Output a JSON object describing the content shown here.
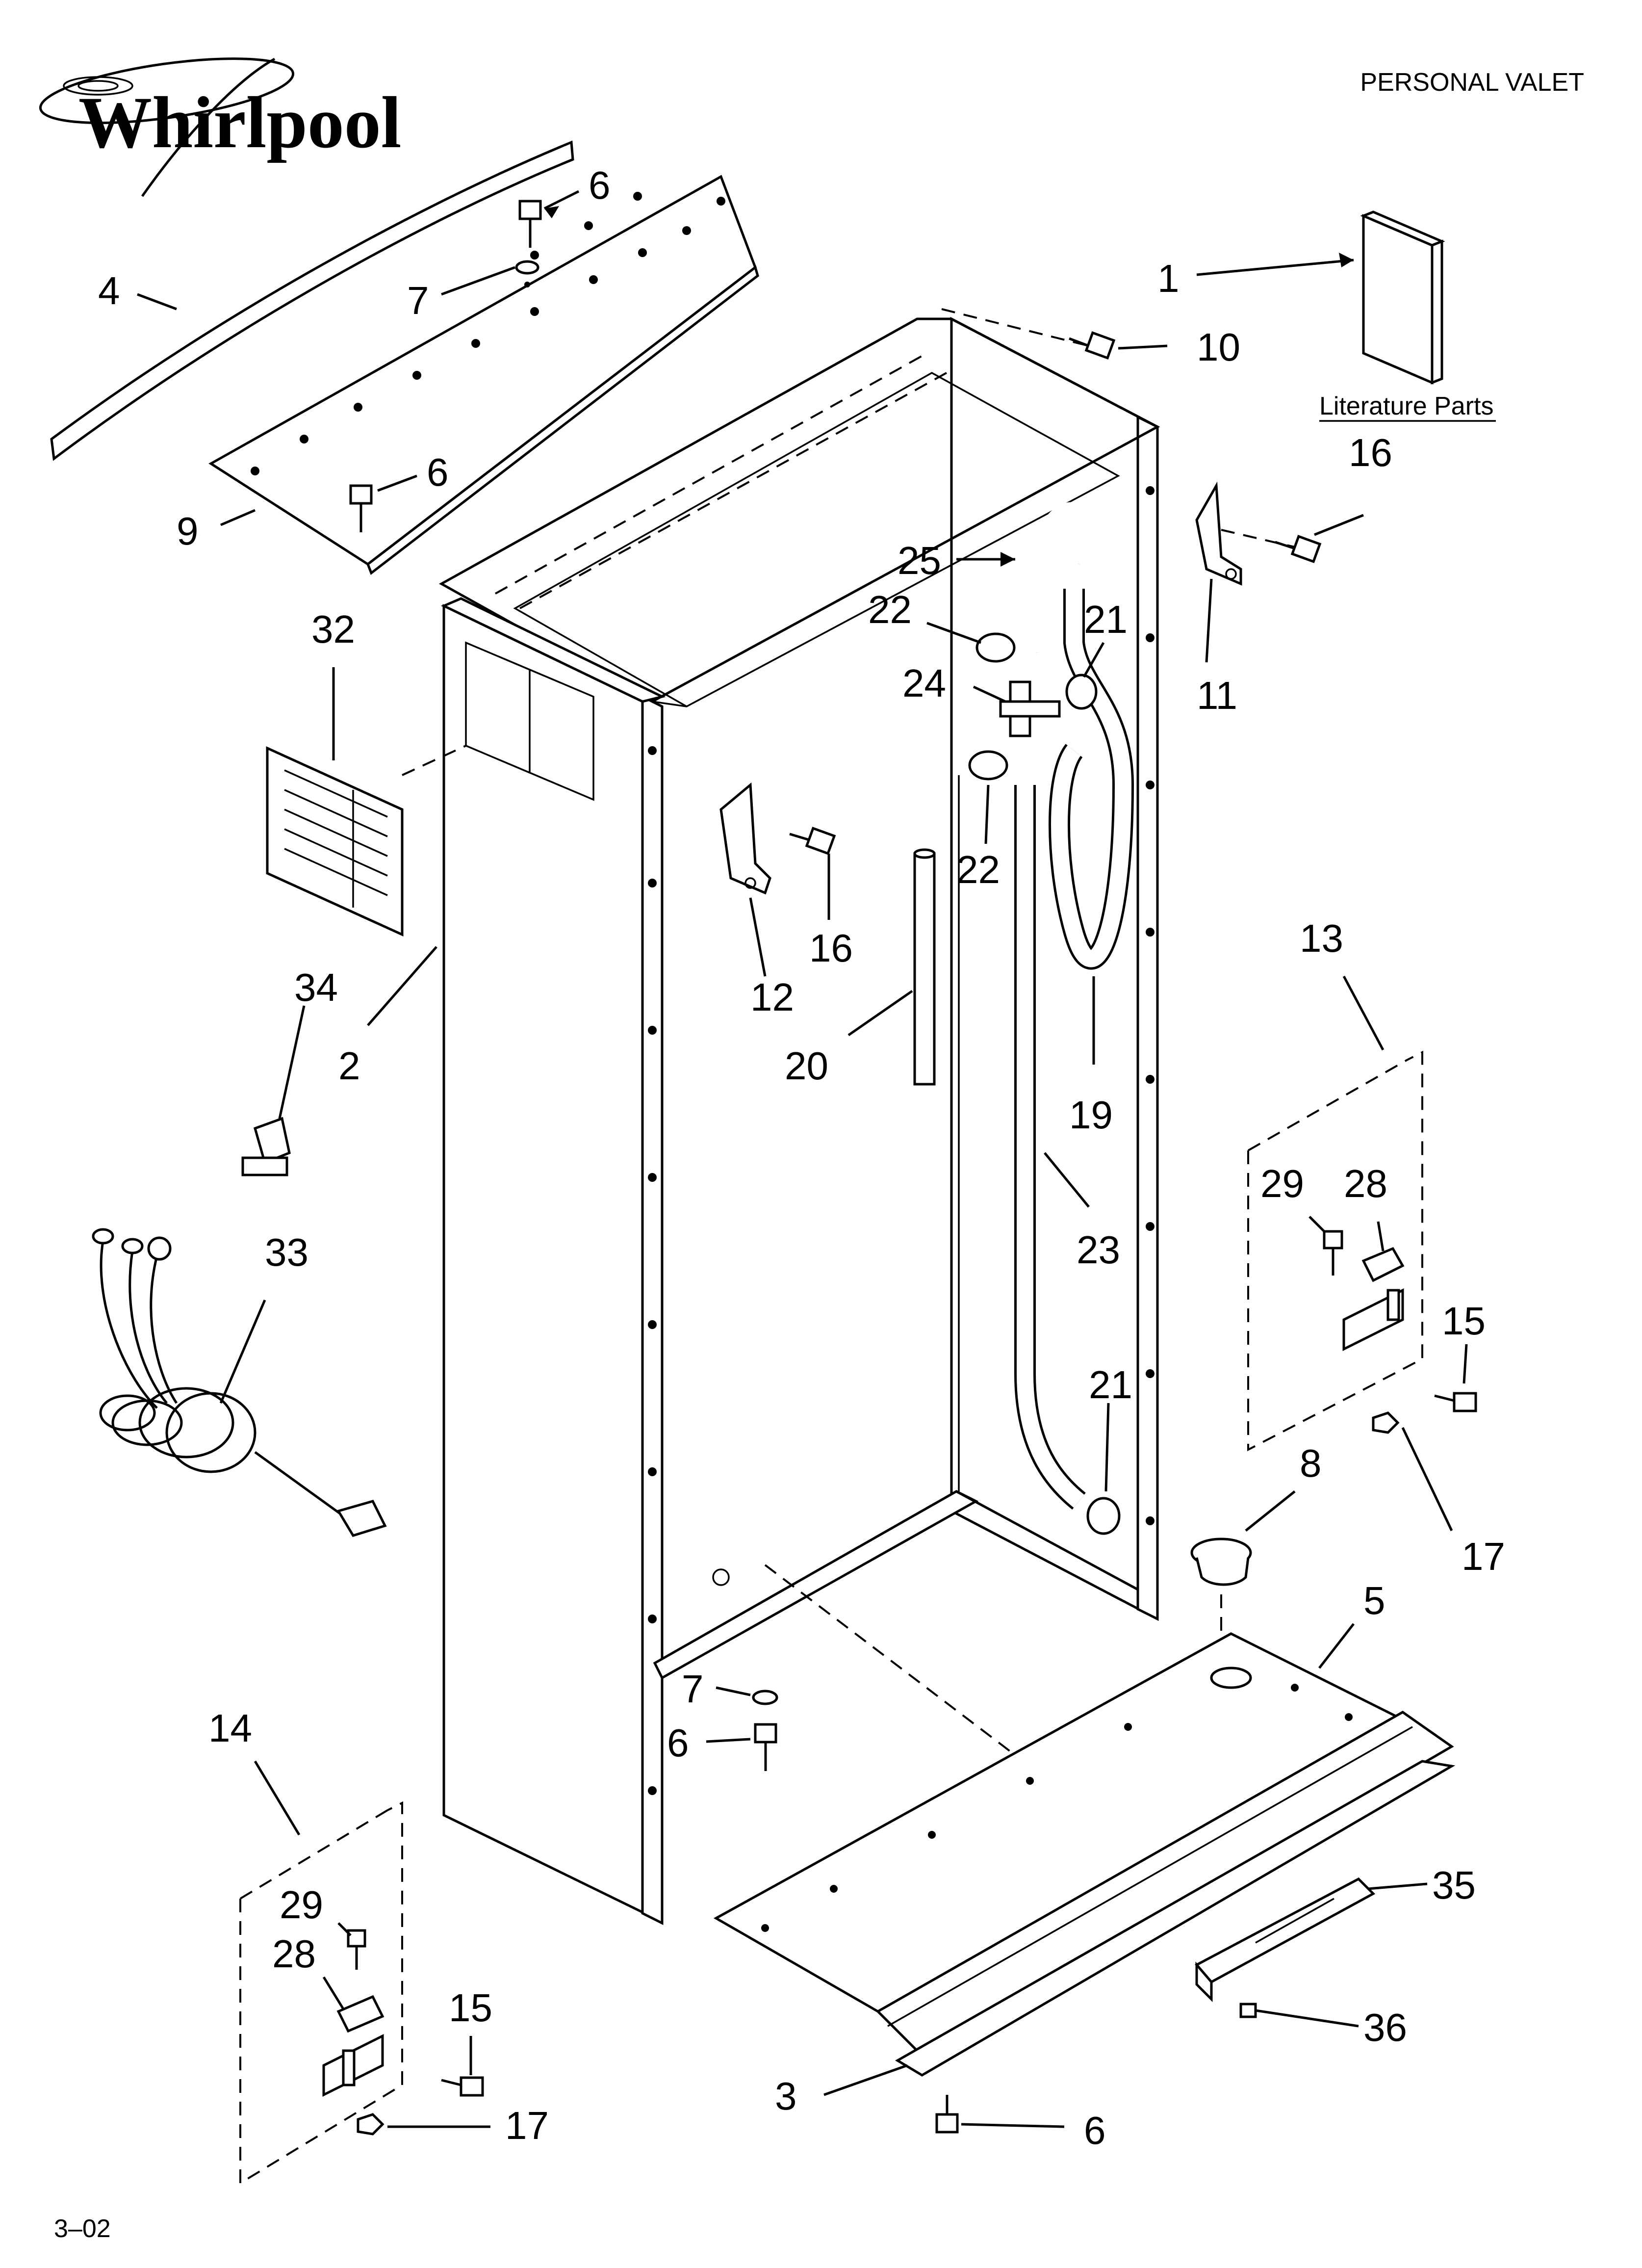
{
  "header": {
    "brand": "Whirlpool",
    "title": "PERSONAL VALET",
    "footer_code": "3–02",
    "literature_label": "Literature Parts"
  },
  "callouts": [
    {
      "id": "1",
      "label": "1"
    },
    {
      "id": "10",
      "label": "10"
    },
    {
      "id": "16a",
      "label": "16"
    },
    {
      "id": "11",
      "label": "11"
    },
    {
      "id": "4",
      "label": "4"
    },
    {
      "id": "6a",
      "label": "6"
    },
    {
      "id": "7a",
      "label": "7"
    },
    {
      "id": "6b",
      "label": "6"
    },
    {
      "id": "9",
      "label": "9"
    },
    {
      "id": "32",
      "label": "32"
    },
    {
      "id": "25",
      "label": "25"
    },
    {
      "id": "22a",
      "label": "22"
    },
    {
      "id": "21a",
      "label": "21"
    },
    {
      "id": "24",
      "label": "24"
    },
    {
      "id": "22b",
      "label": "22"
    },
    {
      "id": "12",
      "label": "12"
    },
    {
      "id": "16b",
      "label": "16"
    },
    {
      "id": "20",
      "label": "20"
    },
    {
      "id": "19",
      "label": "19"
    },
    {
      "id": "2",
      "label": "2"
    },
    {
      "id": "34",
      "label": "34"
    },
    {
      "id": "33",
      "label": "33"
    },
    {
      "id": "13",
      "label": "13"
    },
    {
      "id": "29a",
      "label": "29"
    },
    {
      "id": "28a",
      "label": "28"
    },
    {
      "id": "15a",
      "label": "15"
    },
    {
      "id": "17a",
      "label": "17"
    },
    {
      "id": "23",
      "label": "23"
    },
    {
      "id": "21b",
      "label": "21"
    },
    {
      "id": "8",
      "label": "8"
    },
    {
      "id": "5",
      "label": "5"
    },
    {
      "id": "7b",
      "label": "7"
    },
    {
      "id": "6c",
      "label": "6"
    },
    {
      "id": "14",
      "label": "14"
    },
    {
      "id": "29b",
      "label": "29"
    },
    {
      "id": "28b",
      "label": "28"
    },
    {
      "id": "15b",
      "label": "15"
    },
    {
      "id": "17b",
      "label": "17"
    },
    {
      "id": "35",
      "label": "35"
    },
    {
      "id": "36",
      "label": "36"
    },
    {
      "id": "3",
      "label": "3"
    },
    {
      "id": "6d",
      "label": "6"
    }
  ]
}
